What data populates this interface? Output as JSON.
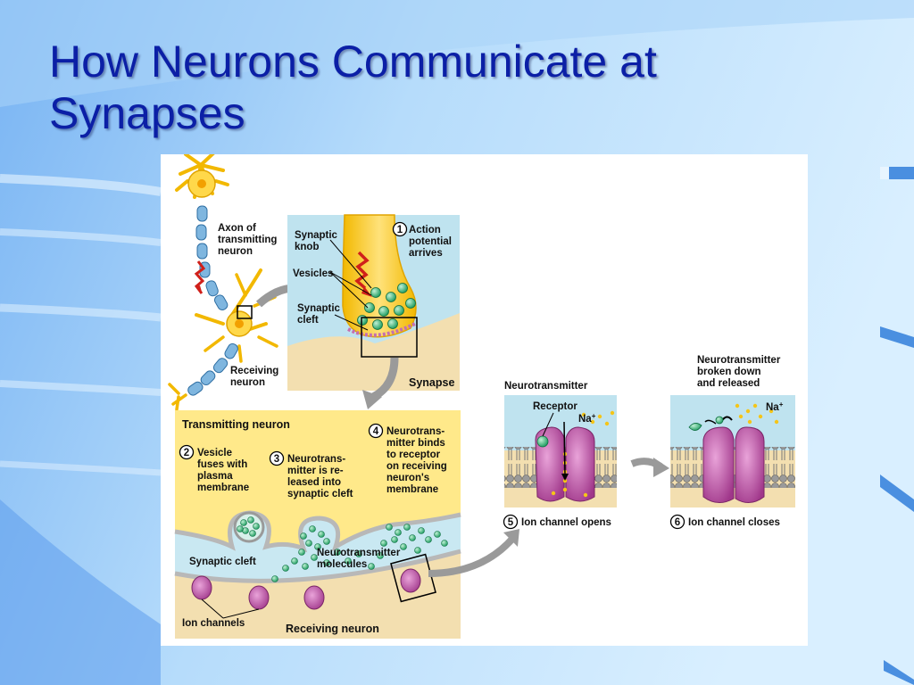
{
  "slide": {
    "title_line1": "How Neurons Communicate at",
    "title_line2": "Synapses"
  },
  "colors": {
    "title": "#0b1fa6",
    "background_light": "#cfe9ff",
    "background_mid": "#8fc5f7",
    "neuron_yellow": "#f5c518",
    "cleft_blue": "#c9e8f2",
    "neurotransmitter_green": "#27a86a",
    "ion_channel_magenta": "#b24a9a"
  },
  "diagram": {
    "axon_label": [
      "Axon of",
      "transmitting",
      "neuron"
    ],
    "receiving_label": [
      "Receiving",
      "neuron"
    ],
    "synaptic_knob_label": [
      "Synaptic",
      "knob"
    ],
    "vesicles_label": "Vesicles",
    "synaptic_cleft_top_label": [
      "Synaptic",
      "cleft"
    ],
    "step1": {
      "number": "1",
      "text": [
        "Action",
        "potential",
        "arrives"
      ]
    },
    "synapse_label": "Synapse",
    "transmitting_neuron_label": "Transmitting neuron",
    "step2": {
      "number": "2",
      "text": [
        "Vesicle",
        "fuses with",
        "plasma",
        "membrane"
      ]
    },
    "step3": {
      "number": "3",
      "text": [
        "Neurotrans-",
        "mitter is re-",
        "leased into",
        "synaptic cleft"
      ]
    },
    "step4": {
      "number": "4",
      "text": [
        "Neurotrans-",
        "mitter binds",
        "to receptor",
        "on receiving",
        "neuron's",
        "membrane"
      ]
    },
    "synaptic_cleft_label": "Synaptic cleft",
    "nt_molecules_label": [
      "Neurotransmitter",
      "molecules"
    ],
    "ion_channels_label": "Ion channels",
    "receiving_neuron_label": "Receiving neuron",
    "panel5": {
      "title": "Neurotransmitter",
      "receptor_label": "Receptor",
      "na_label": "Na",
      "na_charge": "+",
      "step_number": "5",
      "caption": "Ion channel opens"
    },
    "panel6": {
      "title": [
        "Neurotransmitter",
        "broken down",
        "and released"
      ],
      "na_label": "Na",
      "na_charge": "+",
      "step_number": "6",
      "caption": "Ion channel closes"
    }
  }
}
